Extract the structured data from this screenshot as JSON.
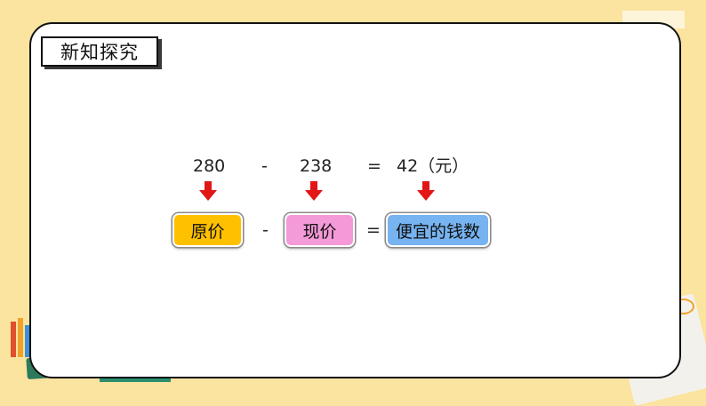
{
  "section_title": "新知探究",
  "equation_numbers": {
    "minuend": "280",
    "minus": "-",
    "subtrahend": "238",
    "equals": "=",
    "result": "42（元）"
  },
  "equation_words": {
    "original_price": "原价",
    "minus": "-",
    "current_price": "现价",
    "equals": "=",
    "discount_amount": "便宜的钱数"
  },
  "colors": {
    "original_price_box": "#ffc000",
    "current_price_box": "#f49ad8",
    "discount_box": "#76b3f0",
    "arrow": "#e21616"
  }
}
